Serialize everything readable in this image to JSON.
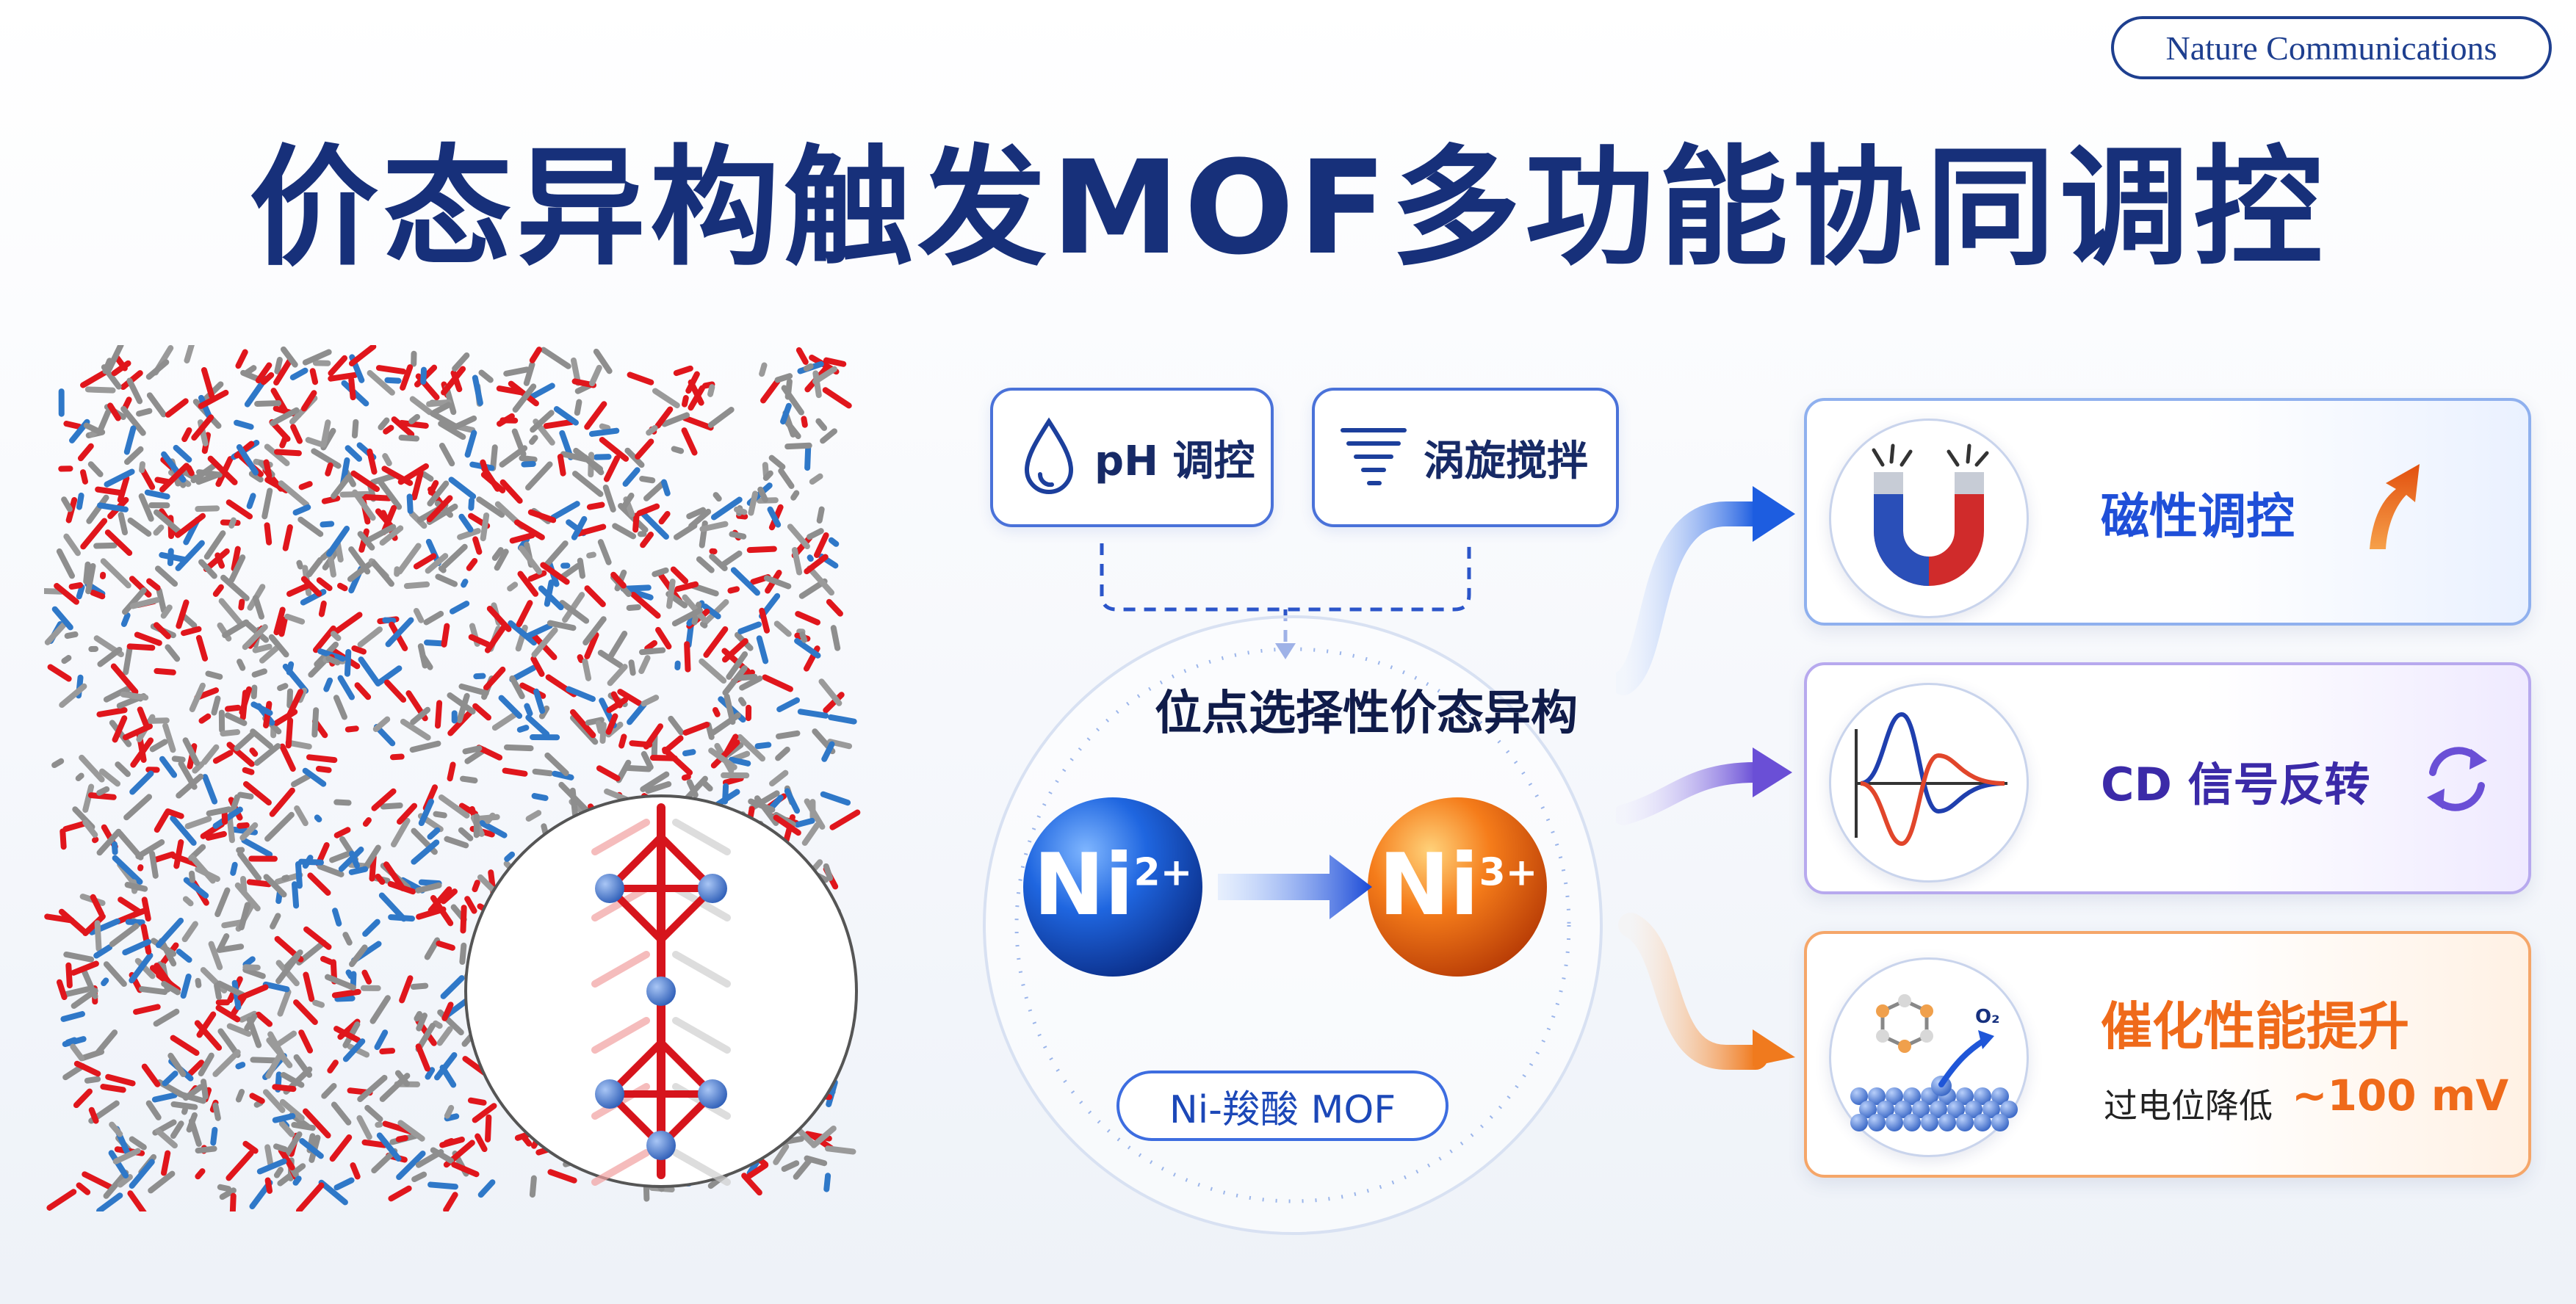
{
  "header": {
    "journal": "Nature Communications",
    "title": "价态异构触发MOF多功能协同调控"
  },
  "inputs": [
    {
      "label": "pH 调控",
      "icon": "water-drop-icon"
    },
    {
      "label": "涡旋搅拌",
      "icon": "tornado-icon"
    }
  ],
  "center": {
    "title": "位点选择性价态异构",
    "from_ion": {
      "symbol": "Ni",
      "charge": "2+"
    },
    "to_ion": {
      "symbol": "Ni",
      "charge": "3+"
    },
    "ligand_label": "Ni-羧酸 MOF"
  },
  "outcomes": [
    {
      "title": "磁性调控",
      "icon": "magnet-icon",
      "indicator": "up-arrow-icon",
      "color": "#1f4fd8"
    },
    {
      "title": "CD 信号反转",
      "icon": "cd-spectrum-icon",
      "indicator": "cycle-arrows-icon",
      "color": "#3b2aa8"
    },
    {
      "title": "催化性能提升",
      "subtitle": "过电位降低",
      "value": "~100 mV",
      "icon": "catalyst-surface-icon",
      "molecule_label": "O₂",
      "color": "#ef6a1a"
    }
  ],
  "colors": {
    "navy": "#17307a",
    "blue": "#2f6ae0",
    "orange": "#f07a1e",
    "purple": "#6a4fd6"
  }
}
